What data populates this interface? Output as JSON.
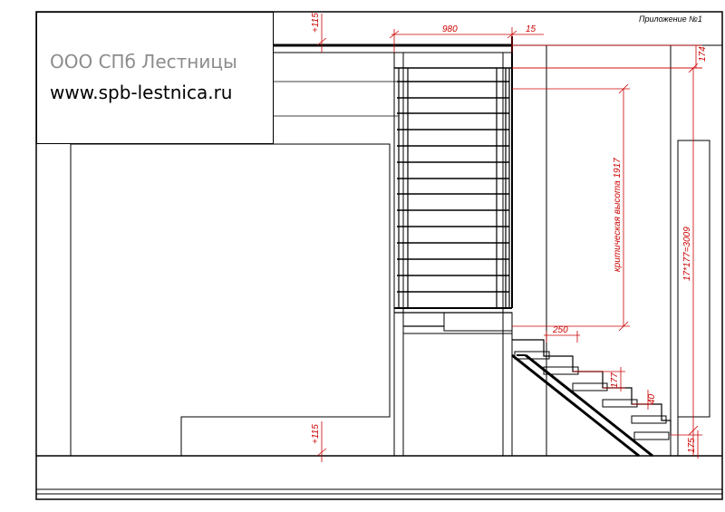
{
  "title_block": {
    "company_name": "ООО СПб Лестницы",
    "website": "www.spb-lestnica.ru"
  },
  "sheet": {
    "label": "Приложение №1"
  },
  "dimensions": {
    "width_opening": "980",
    "gap": "15",
    "top_offset": "174",
    "critical_height": "критическая высота 1917",
    "total_height": "17*177=3009",
    "tread_depth": "250",
    "riser_height": "177",
    "tread_thickness": "40",
    "bottom_riser": "175",
    "level_top": "+115",
    "level_bottom": "+115"
  },
  "colors": {
    "line": "#000000",
    "dimension": "#cc0000",
    "company_name": "#8c8c8c"
  }
}
